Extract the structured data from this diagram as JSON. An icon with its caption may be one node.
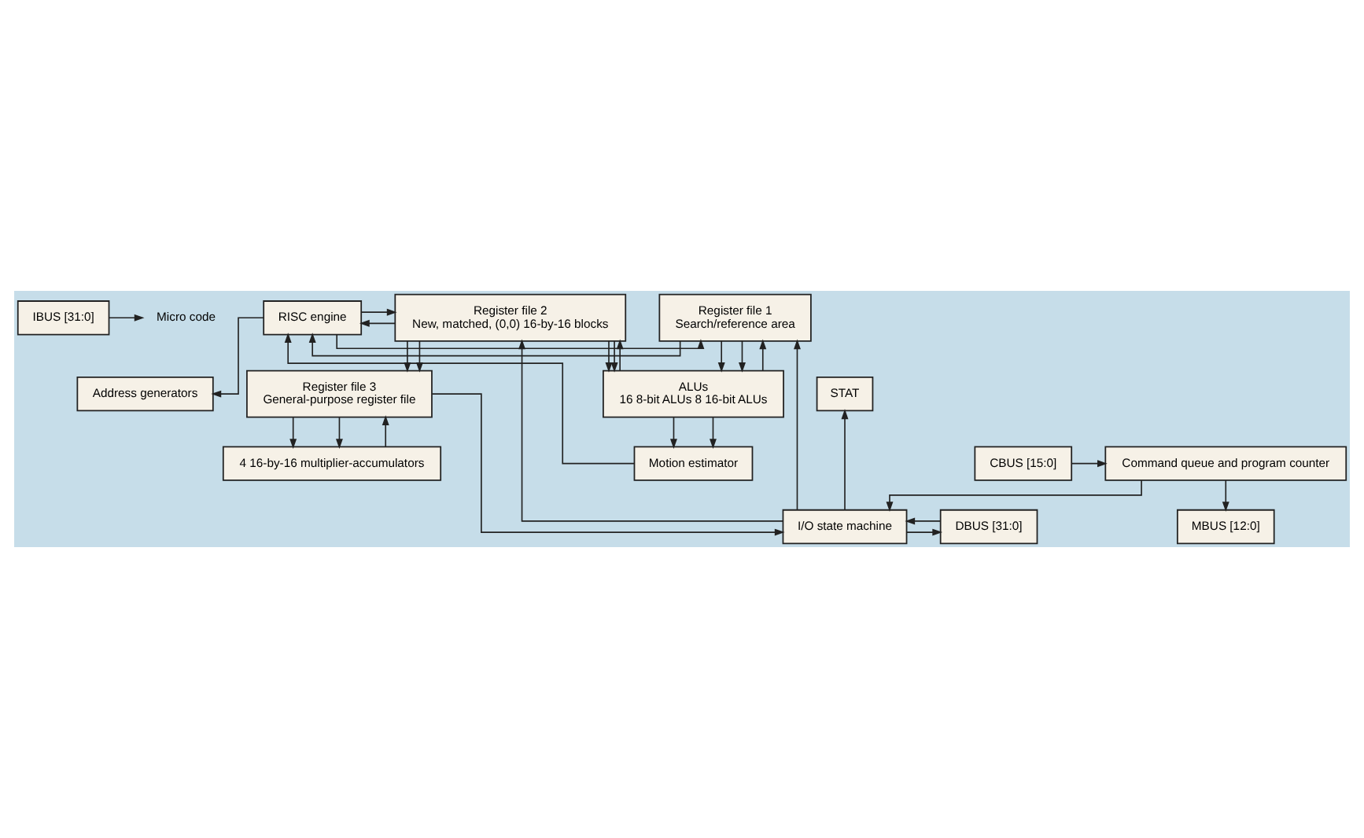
{
  "diagram": {
    "nodes": [
      {
        "text": [
          "IBUS [31:0]"
        ]
      },
      {
        "text": [
          "Micro code"
        ]
      },
      {
        "text": [
          "RISC engine"
        ]
      },
      {
        "text": [
          "Register file 1",
          "Search/reference area"
        ]
      },
      {
        "text": [
          "Register file 2",
          "New, matched, (0,0) 16-by-16 blocks"
        ]
      },
      {
        "text": [
          "STAT"
        ]
      },
      {
        "text": [
          "Address generators"
        ]
      },
      {
        "text": [
          "ALUs",
          "16 8-bit ALUs 8 16-bit ALUs"
        ]
      },
      {
        "text": [
          "Register file 3",
          "General-purpose register file"
        ]
      },
      {
        "text": [
          "DBUS [31:0]"
        ]
      },
      {
        "text": [
          "I/O state machine"
        ]
      },
      {
        "text": [
          "CBUS [15:0]"
        ]
      },
      {
        "text": [
          "Command queue and program counter"
        ]
      },
      {
        "text": [
          "MBUS [12:0]"
        ]
      },
      {
        "text": [
          "Motion estimator"
        ]
      },
      {
        "text": [
          "4 16-by-16 multiplier-accumulators"
        ]
      }
    ],
    "edges": [
      {
        "from": 0,
        "to": 1,
        "arrow": "to"
      },
      {
        "from": 2,
        "to": 6,
        "arrow": "to"
      },
      {
        "from": 2,
        "to": 3,
        "arrow": "to"
      },
      {
        "from": 2,
        "to": 4,
        "arrow": "to"
      },
      {
        "from": 10,
        "to": 3,
        "arrow": "to"
      },
      {
        "from": 10,
        "to": 4,
        "arrow": "to"
      },
      {
        "from": 7,
        "to": 3,
        "arrow": "to"
      },
      {
        "from": 7,
        "to": 4,
        "arrow": "to"
      },
      {
        "from": 3,
        "to": 2,
        "arrow": "to"
      },
      {
        "from": 4,
        "to": 2,
        "arrow": "to"
      },
      {
        "from": 14,
        "to": 2,
        "arrow": "to"
      },
      {
        "from": 3,
        "to": 7,
        "arrow": "to"
      },
      {
        "from": 3,
        "to": 7,
        "arrow": "to"
      },
      {
        "from": 4,
        "to": 7,
        "arrow": "to"
      },
      {
        "from": 4,
        "to": 7,
        "arrow": "to"
      },
      {
        "from": 4,
        "to": 8,
        "arrow": "to"
      },
      {
        "from": 4,
        "to": 8,
        "arrow": "to"
      },
      {
        "from": 7,
        "to": 14,
        "arrow": "to"
      },
      {
        "from": 7,
        "to": 14,
        "arrow": "to"
      },
      {
        "from": 8,
        "to": 15,
        "arrow": "to"
      },
      {
        "from": 8,
        "to": 15,
        "arrow": "to"
      },
      {
        "from": 15,
        "to": 8,
        "arrow": "to"
      },
      {
        "from": 8,
        "to": 10,
        "arrow": "to"
      },
      {
        "from": 10,
        "to": 5,
        "arrow": "to"
      },
      {
        "from": 10,
        "to": 9,
        "arrow": "to"
      },
      {
        "from": 9,
        "to": 10,
        "arrow": "to"
      },
      {
        "from": 11,
        "to": 12,
        "arrow": "to"
      },
      {
        "from": 12,
        "to": 10,
        "arrow": "to"
      },
      {
        "from": 12,
        "to": 13,
        "arrow": "to"
      }
    ]
  }
}
